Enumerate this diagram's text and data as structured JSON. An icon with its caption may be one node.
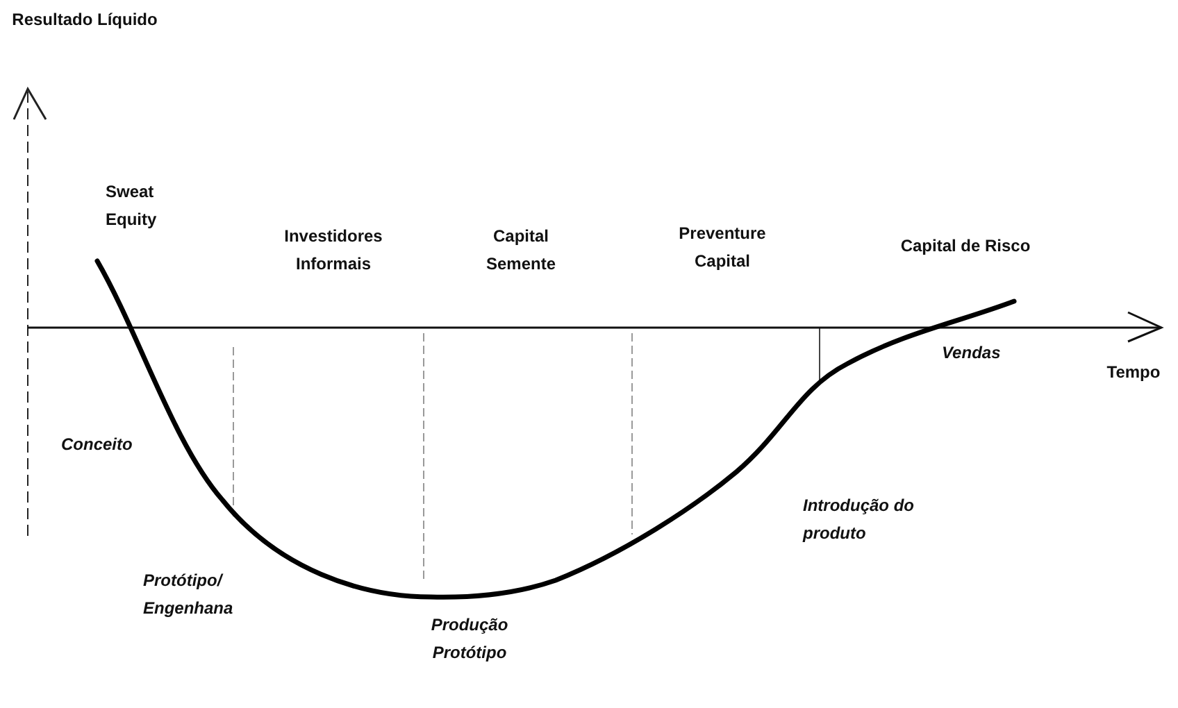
{
  "diagram": {
    "labels": [
      "Resultado Líquido",
      "Sweat Equity",
      "Investidores Informais",
      "Capital Semente",
      "Preventure Capital",
      "Capital de Risco",
      "Tempo",
      "Vendas",
      "Conceito",
      "Introdução do produto",
      "Protótipo/ Engenhana",
      "Produção Protótipo"
    ]
  }
}
